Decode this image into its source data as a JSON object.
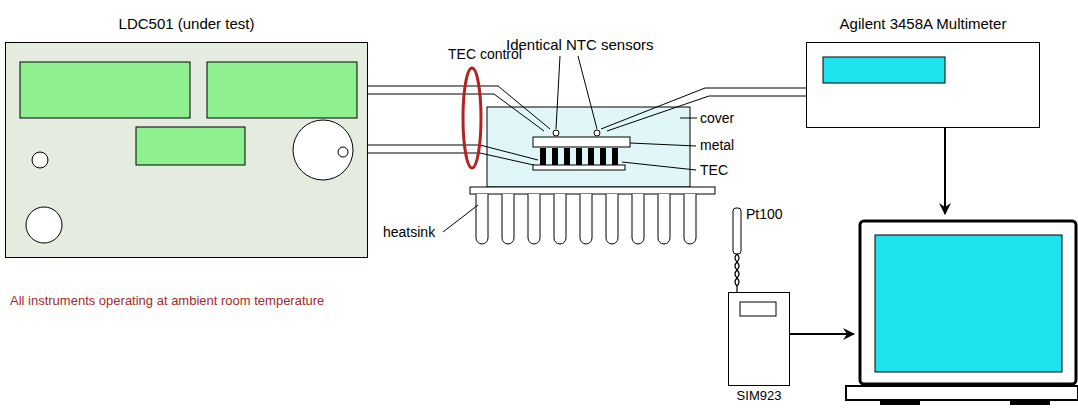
{
  "diagram": {
    "nodes": [
      {
        "text": [
          "LDC501 (under test)"
        ]
      },
      {
        "text": [
          "Agilent 3458A Multimeter"
        ]
      },
      {
        "text": [
          "SIM923"
        ]
      }
    ],
    "labels": [
      "TEC control",
      "Identical NTC sensors",
      "cover",
      "metal",
      "TEC",
      "heatsink",
      "Pt100",
      "All instruments operating at ambient room temperature"
    ]
  }
}
